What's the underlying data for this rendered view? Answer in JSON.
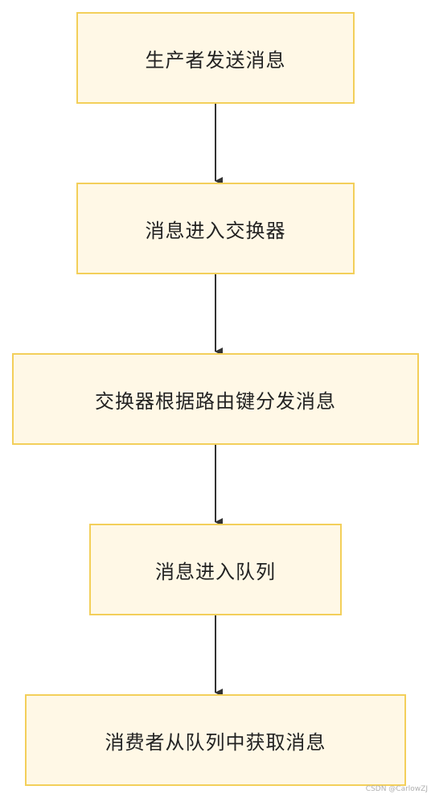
{
  "nodes": [
    {
      "id": "n1",
      "label": "生产者发送消息"
    },
    {
      "id": "n2",
      "label": "消息进入交换器"
    },
    {
      "id": "n3",
      "label": "交换器根据路由键分发消息"
    },
    {
      "id": "n4",
      "label": "消息进入队列"
    },
    {
      "id": "n5",
      "label": "消费者从队列中获取消息"
    }
  ],
  "edges": [
    {
      "from": "n1",
      "to": "n2"
    },
    {
      "from": "n2",
      "to": "n3"
    },
    {
      "from": "n3",
      "to": "n4"
    },
    {
      "from": "n4",
      "to": "n5"
    }
  ],
  "colors": {
    "node_fill": "#fff8e6",
    "node_border": "#f3cf5a",
    "edge": "#333333",
    "text": "#222222"
  },
  "watermark": "CSDN @CarlowZJ"
}
